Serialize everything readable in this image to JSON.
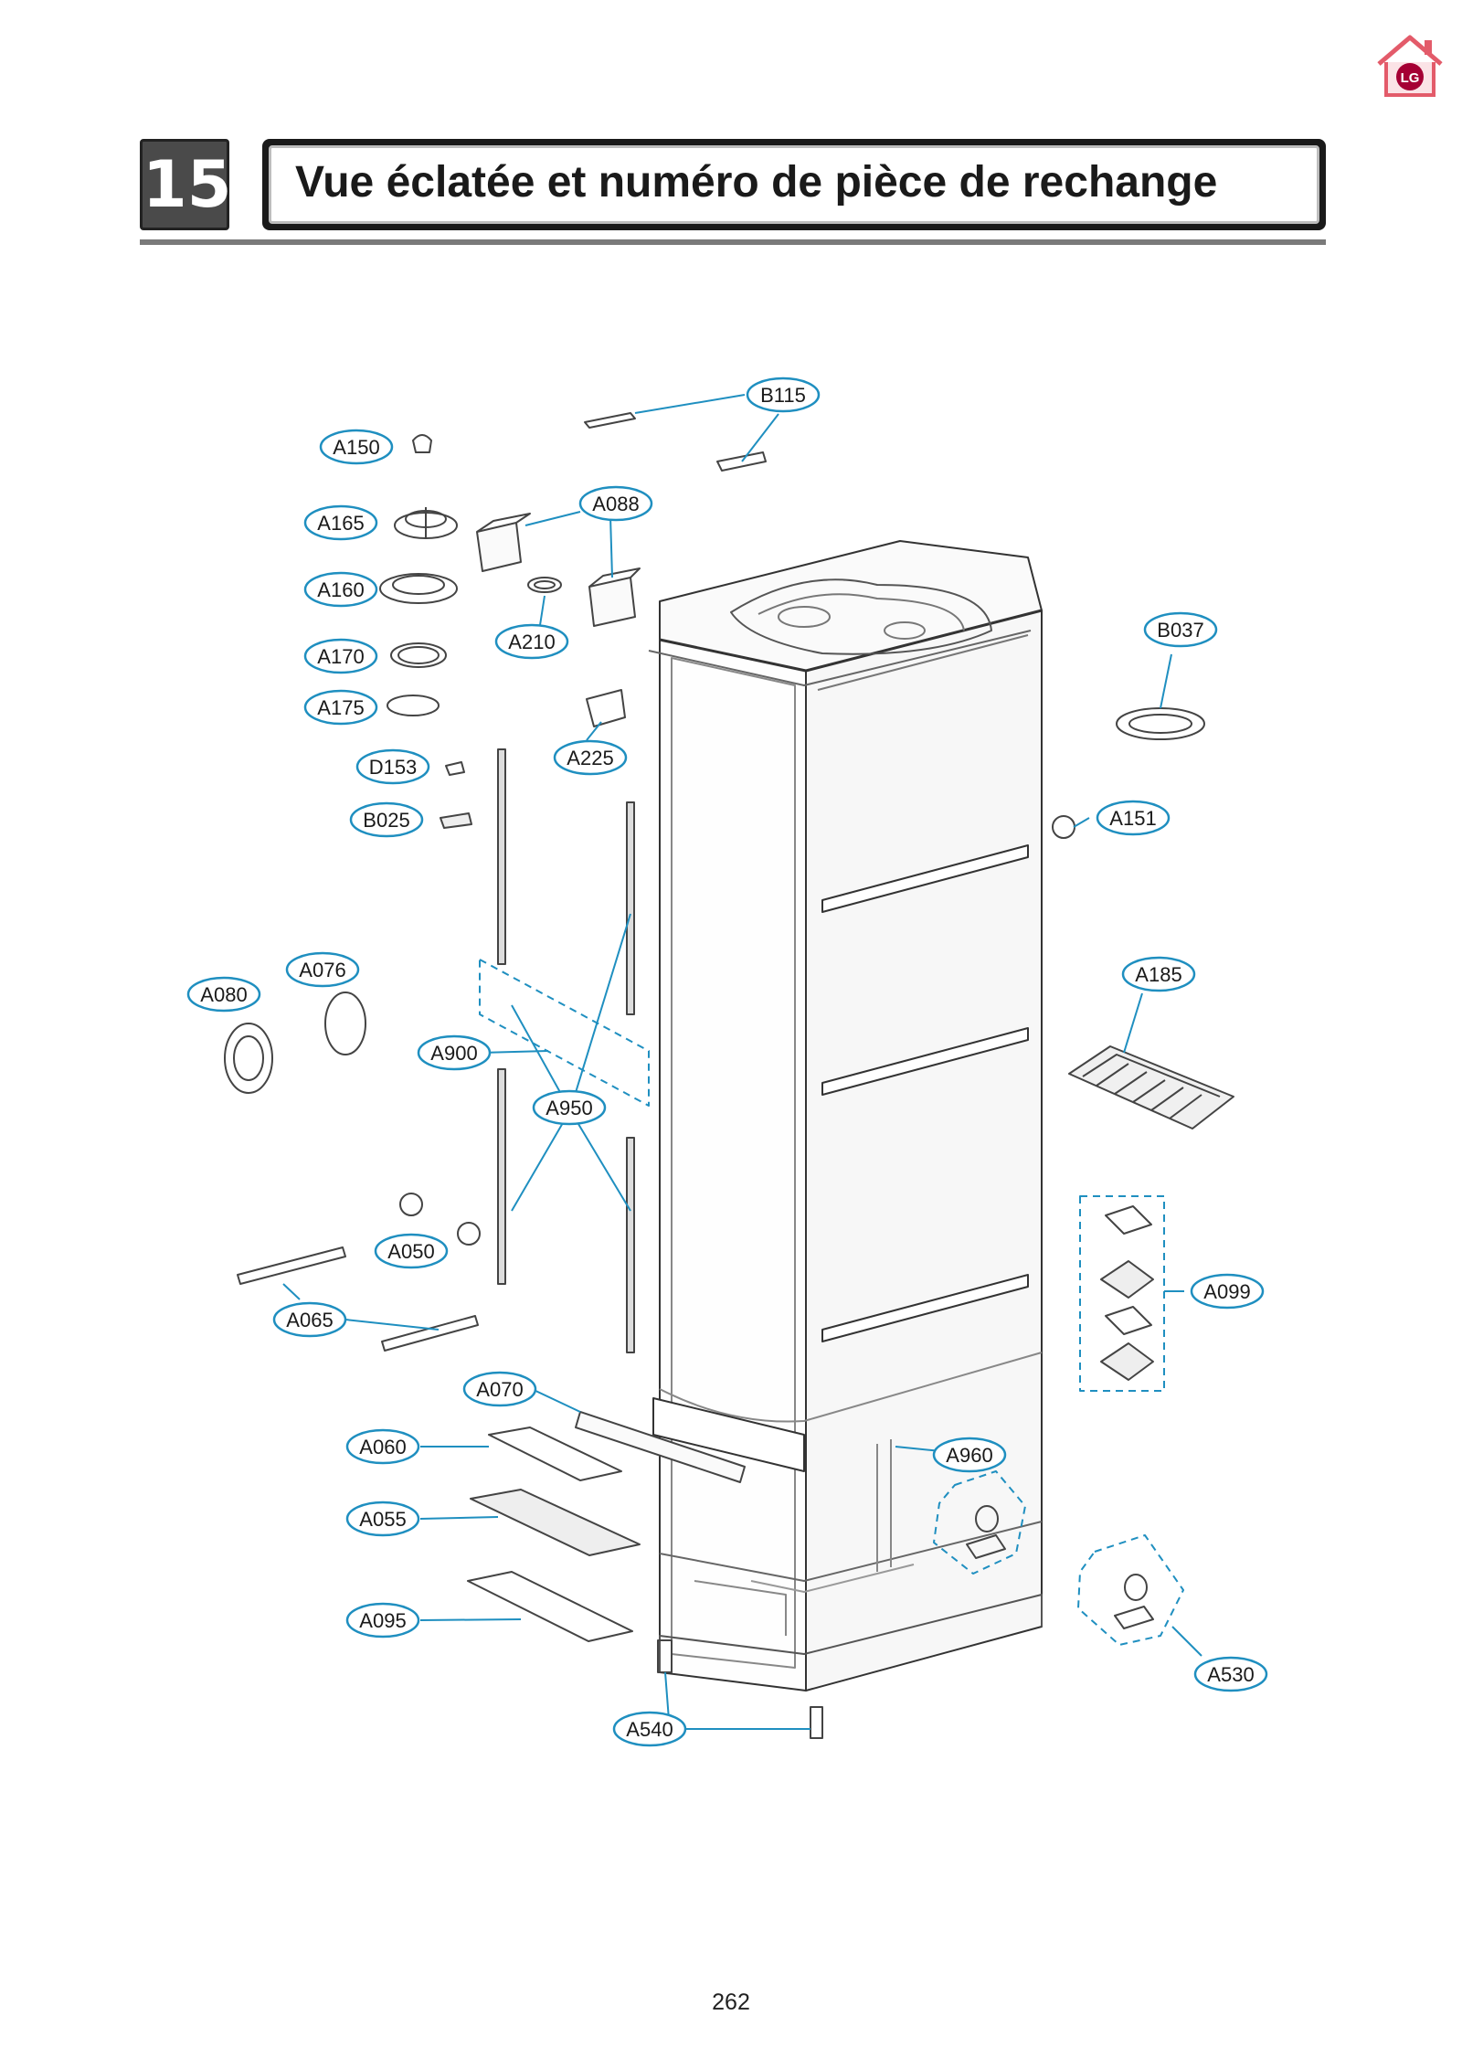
{
  "header": {
    "section_number": "15",
    "title": "Vue éclatée et numéro de pièce de rechange"
  },
  "colors": {
    "callout_stroke": "#1f8fc0",
    "line_art": "#333333",
    "title_bar": "#1a1a1a",
    "logo_house": "#e35b6a",
    "logo_brand": "#a50034"
  },
  "icons": [
    "lg-home-icon"
  ],
  "labels": {
    "A150": "A150",
    "A165": "A165",
    "A160": "A160",
    "A170": "A170",
    "A175": "A175",
    "D153": "D153",
    "B025": "B025",
    "A080": "A080",
    "A076": "A076",
    "A900": "A900",
    "A950": "A950",
    "A050": "A050",
    "A065": "A065",
    "A070": "A070",
    "A060": "A060",
    "A055": "A055",
    "A095": "A095",
    "A540": "A540",
    "B115": "B115",
    "A088": "A088",
    "A210": "A210",
    "A225": "A225",
    "B037": "B037",
    "A151": "A151",
    "A185": "A185",
    "A099": "A099",
    "A960": "A960",
    "A530": "A530"
  },
  "footer": {
    "page_number": "262"
  }
}
